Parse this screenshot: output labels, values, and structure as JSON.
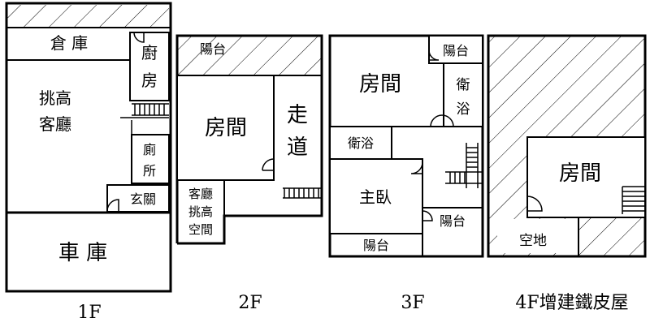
{
  "floors": {
    "f1": {
      "label": "1F",
      "rooms": {
        "storage": "倉 庫",
        "kitchen_line1": "廚",
        "kitchen_line2": "房",
        "living_line1": "挑高",
        "living_line2": "客廳",
        "toilet_line1": "廁",
        "toilet_line2": "所",
        "entry": "玄關",
        "garage": "車 庫"
      }
    },
    "f2": {
      "label": "2F",
      "rooms": {
        "balcony": "陽台",
        "room": "房間",
        "corridor_line1": "走",
        "corridor_line2": "道",
        "void_line1": "客廳",
        "void_line2": "挑高",
        "void_line3": "空間"
      }
    },
    "f3": {
      "label": "3F",
      "rooms": {
        "balcony_top": "陽台",
        "room": "房間",
        "bath_right_line1": "衛",
        "bath_right_line2": "浴",
        "bath_left": "衛浴",
        "master": "主臥",
        "balcony_right": "陽台",
        "balcony_bottom": "陽台"
      }
    },
    "f4": {
      "label": "4F增建鐵皮屋",
      "rooms": {
        "room": "房間",
        "open_space": "空地"
      }
    }
  }
}
